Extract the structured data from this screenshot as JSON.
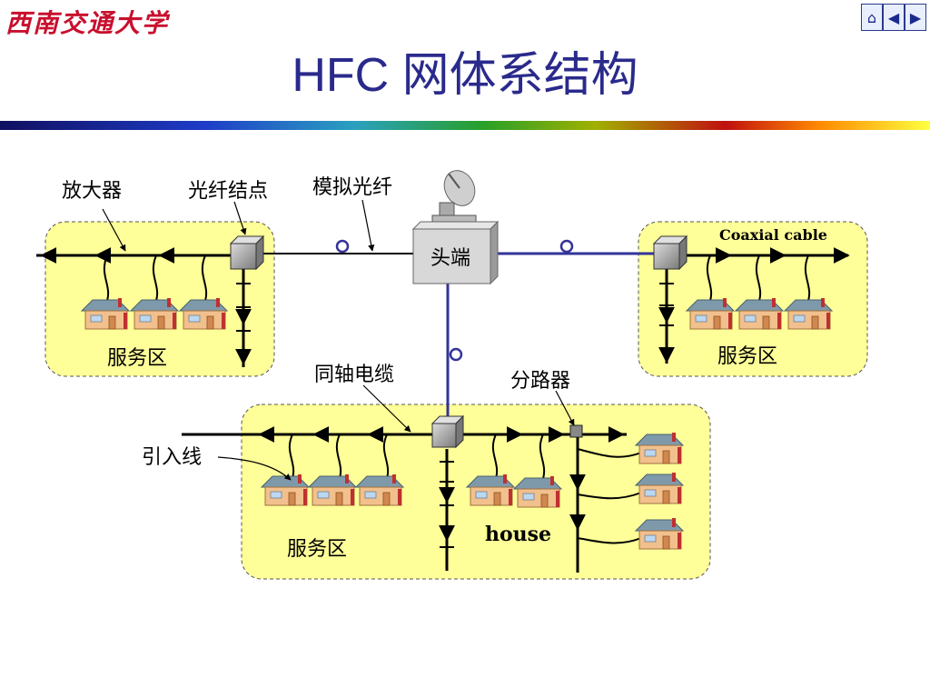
{
  "header": {
    "logo_text": "西南交通大学",
    "title": "HFC 网体系结构"
  },
  "nav": {
    "home_icon": "home-icon",
    "prev_icon": "triangle-left-icon",
    "next_icon": "triangle-right-icon"
  },
  "diagram": {
    "labels": {
      "amplifier": "放大器",
      "fiber_node": "光纤结点",
      "analog_fiber": "模拟光纤",
      "headend": "头端",
      "coaxial_cable_en": "Coaxial cable",
      "coaxial_cable_cn": "同轴电缆",
      "splitter": "分路器",
      "drop_line": "引入线",
      "house": "house",
      "service_area_left": "服务区",
      "service_area_right": "服务区",
      "service_area_bottom": "服务区"
    },
    "colors": {
      "area_fill": "#ffff99",
      "fiber_line": "#333399",
      "cable_line": "#000000",
      "house_roof": "#6b8e9e",
      "house_wall": "#f4c08a"
    }
  }
}
